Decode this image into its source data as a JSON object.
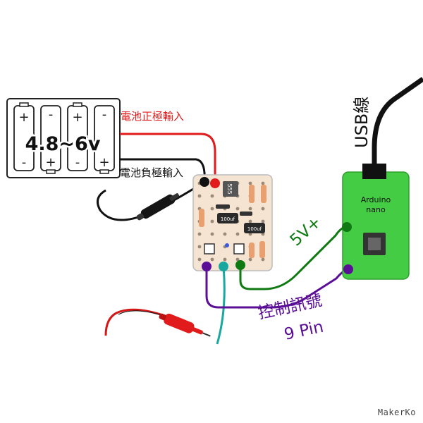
{
  "battery": {
    "voltage_label": "4.8~6v",
    "cells": [
      {
        "top": "+",
        "bottom": "-"
      },
      {
        "top": "-",
        "bottom": "+"
      },
      {
        "top": "+",
        "bottom": "-"
      },
      {
        "top": "-",
        "bottom": "+"
      }
    ]
  },
  "labels": {
    "pos_input": "電池正極輸入",
    "neg_input": "電池負極輸入",
    "usb": "USB線",
    "five_v": "5V+",
    "control_line1": "控制訊號",
    "control_line2": "9 Pin"
  },
  "board": {
    "ic_label": "555",
    "cap1_label": "100uf",
    "cap2_label": "100uf"
  },
  "arduino": {
    "line1": "Arduino",
    "line2": "nano"
  },
  "watermark": "MakerKo",
  "colors": {
    "positive_wire": "#e11b1b",
    "negative_wire": "#111111",
    "control_wire": "#5b0f96",
    "five_v_wire": "#0f7a12",
    "teal_wire": "#18a8a0",
    "arduino_board": "#44cc44",
    "pcb": "#f6e4d2"
  }
}
